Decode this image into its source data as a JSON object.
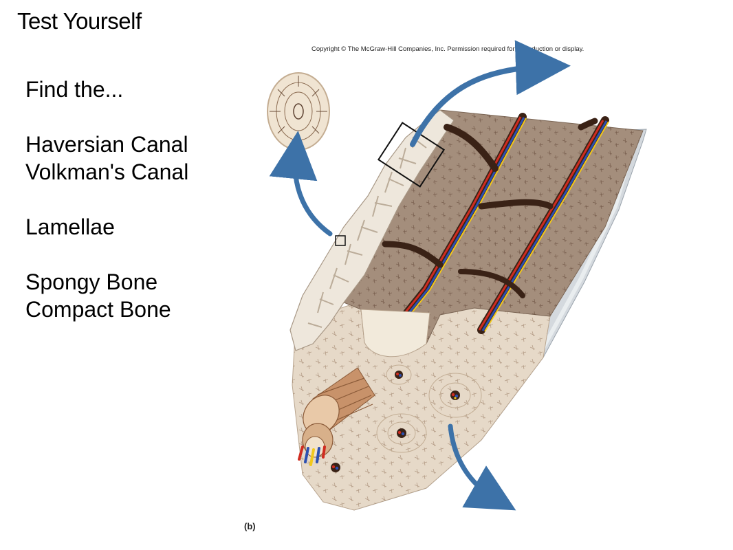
{
  "slide": {
    "title": "Test Yourself",
    "prompt": "Find the...",
    "terms": [
      "Haversian Canal",
      "Volkman's Canal",
      "Lamellae",
      "Spongy Bone",
      "Compact Bone"
    ]
  },
  "figure": {
    "copyright": "Copyright © The McGraw-Hill Companies, Inc. Permission required for reproduction or display.",
    "panel_label": "(b)"
  },
  "colors": {
    "compact_bone": "#a48e7c",
    "compact_bone_light": "#e6d9c8",
    "spongy_bone": "#eee7dc",
    "periosteum": "#d4d9de",
    "canal": "#3a2216",
    "artery": "#d02c20",
    "vein": "#2c4fb0",
    "nerve": "#f2c81c",
    "arrow": "#3d72a8"
  }
}
